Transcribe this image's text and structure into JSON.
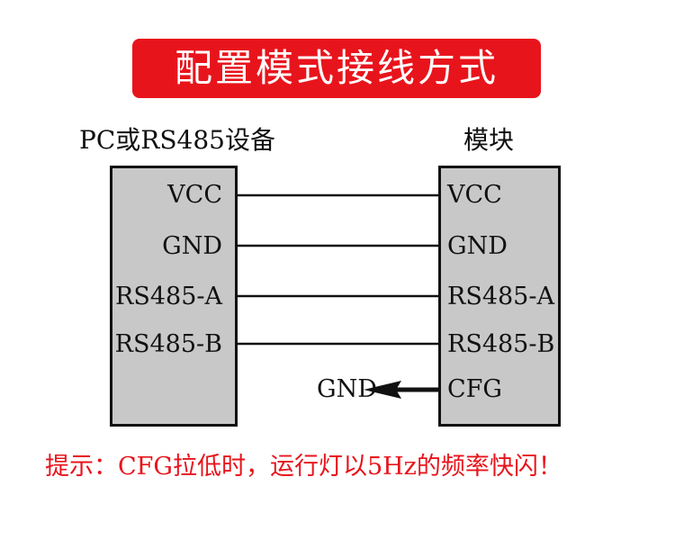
{
  "title": "配置模式接线方式",
  "left_device": {
    "label": "PC或RS485设备",
    "pins": [
      "VCC",
      "GND",
      "RS485-A",
      "RS485-B"
    ]
  },
  "right_device": {
    "label": "模块",
    "pins": [
      "VCC",
      "GND",
      "RS485-A",
      "RS485-B",
      "CFG"
    ]
  },
  "cfg_target": "GND",
  "hint": "提示：CFG拉低时，运行灯以5Hz的频率快闪！",
  "colors": {
    "accent": "#e8141c",
    "box_fill": "#c8c8c8",
    "line": "#111111"
  }
}
